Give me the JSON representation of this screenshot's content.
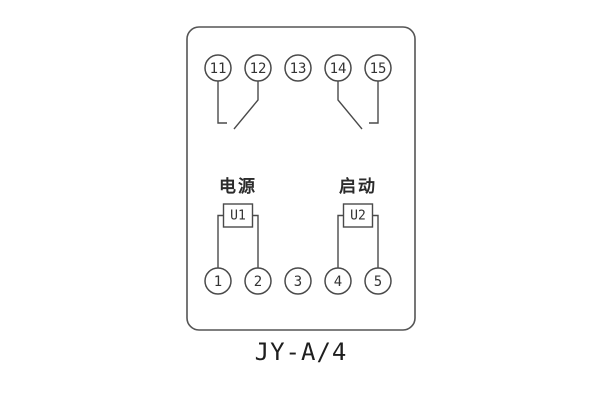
{
  "title": "JY-A/4",
  "panel": {
    "top_terminals": [
      "11",
      "12",
      "13",
      "14",
      "15"
    ],
    "bottom_terminals": [
      "1",
      "2",
      "3",
      "4",
      "5"
    ],
    "power": {
      "label": "电源",
      "unit": "U1"
    },
    "start": {
      "label": "启动",
      "unit": "U2"
    }
  },
  "colors": {
    "line": "#4a4a4a",
    "case_outline": "#555555",
    "text": "#333333",
    "background": "#ffffff"
  }
}
